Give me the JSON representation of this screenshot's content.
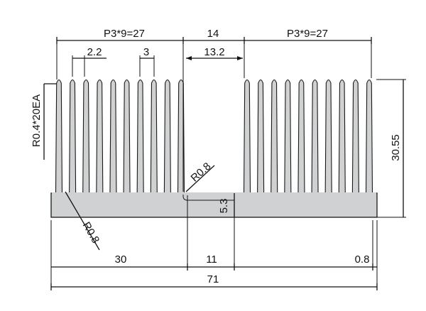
{
  "colors": {
    "profile_fill": "#cfd1d2",
    "profile_stroke": "#1a1a1a",
    "line": "#111111",
    "background": "#ffffff"
  },
  "profile": {
    "fin_count_left": 10,
    "fin_count_right": 10
  },
  "dimensions": {
    "pitch_left": "P3*9=27",
    "center_gap": "14",
    "pitch_right": "P3*9=27",
    "fin_pitch": "3",
    "fin_root_spacing": "2.2",
    "channel_width": "13.2",
    "fin_radius_count": "R0.4*20EA",
    "fin_height": "30.55",
    "channel_radius": "R0.8",
    "base_radius": "R0.8",
    "base_thickness": "5.3",
    "offset_left": "30",
    "center_width": "11",
    "edge_offset": "0.8",
    "overall_width": "71"
  }
}
